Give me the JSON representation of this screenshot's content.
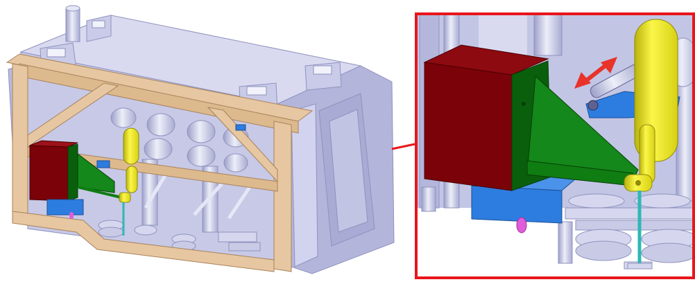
{
  "figure": {
    "left_panel": {
      "components": [
        "machine-body",
        "wooden-frame",
        "red-block",
        "green-bracket",
        "blue-base",
        "yellow-actuator",
        "magenta-probe",
        "teal-rod",
        "grey-chimneys",
        "grey-cylinders"
      ]
    },
    "right_panel": {
      "frame_color": "#e8161b",
      "components": [
        "red-block",
        "green-bracket",
        "blue-base",
        "yellow-actuator",
        "magenta-probe",
        "teal-rod",
        "grey-rod",
        "blue-arm",
        "double-arrow"
      ]
    },
    "colors": {
      "body": "#c9cbe6",
      "body_dark": "#a4a7cf",
      "body_light": "#dfe0f2",
      "frame_wood": "#e6c7a1",
      "frame_wood_dark": "#c9a77e",
      "red_block": "#7a0208",
      "red_block_face": "#8d0a10",
      "green_bracket": "#0f7d12",
      "green_dark": "#0a5f0c",
      "blue_base": "#2d7de0",
      "yellow": "#f2ea1a",
      "yellow_dark": "#c8c210",
      "magenta": "#e05cd8",
      "teal": "#2fb7b5",
      "arrow": "#e8322a",
      "leader": "#e8161b"
    }
  }
}
